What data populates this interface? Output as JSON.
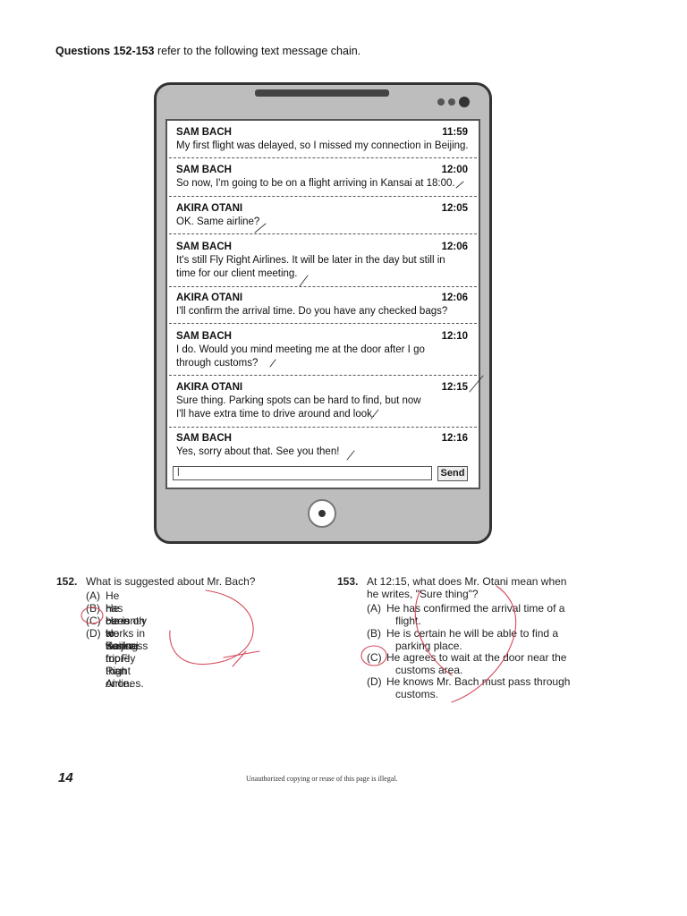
{
  "header": {
    "bold": "Questions 152-153",
    "rest": "refer to the following text message chain."
  },
  "chat": {
    "messages": [
      {
        "sender": "SAM BACH",
        "time": "11:59",
        "lines": [
          "My first flight was delayed, so I missed my connection in Beijing."
        ]
      },
      {
        "sender": "SAM BACH",
        "time": "12:00",
        "lines": [
          "So now, I'm going to be on a flight arriving in Kansai at 18:00."
        ]
      },
      {
        "sender": "AKIRA OTANI",
        "time": "12:05",
        "lines": [
          "OK. Same airline?"
        ]
      },
      {
        "sender": "SAM BACH",
        "time": "12:06",
        "lines": [
          "It's still Fly Right Airlines. It will be later in the day but still in",
          "time for our client meeting."
        ]
      },
      {
        "sender": "AKIRA OTANI",
        "time": "12:06",
        "lines": [
          "I'll confirm the arrival time. Do you have any checked bags?"
        ]
      },
      {
        "sender": "SAM BACH",
        "time": "12:10",
        "lines": [
          "I do. Would you mind meeting me at the door after I go",
          "through customs?"
        ]
      },
      {
        "sender": "AKIRA OTANI",
        "time": "12:15",
        "lines": [
          "Sure thing. Parking spots can be hard to find, but now",
          "I'll have extra time to drive around and look."
        ]
      },
      {
        "sender": "SAM BACH",
        "time": "12:16",
        "lines": [
          "Yes, sorry about that. See you then!"
        ]
      }
    ],
    "input_value": "|",
    "send_label": "Send"
  },
  "questions": {
    "q152": {
      "number": "152.",
      "stem": "What is suggested about Mr. Bach?",
      "options": [
        {
          "letter": "(A)",
          "text": "He has been to Kansai more than once."
        },
        {
          "letter": "(B)",
          "text": "He currently works in Beijing."
        },
        {
          "letter": "(C)",
          "text": "He is on a business trip."
        },
        {
          "letter": "(D)",
          "text": "He works for Fly Right Airlines."
        }
      ]
    },
    "q153": {
      "number": "153.",
      "stem_lines": [
        "At 12:15, what does Mr. Otani mean when",
        "he writes, \"Sure thing\"?"
      ],
      "options": [
        {
          "letter": "(A)",
          "lines": [
            "He has confirmed the arrival time of a",
            "flight."
          ]
        },
        {
          "letter": "(B)",
          "lines": [
            "He is certain he will be able to find a",
            "parking place."
          ]
        },
        {
          "letter": "(C)",
          "lines": [
            "He agrees to wait at the door near the",
            "customs area."
          ]
        },
        {
          "letter": "(D)",
          "lines": [
            "He knows Mr. Bach must pass through",
            "customs."
          ]
        }
      ]
    }
  },
  "footer": {
    "page_number": "14",
    "notice": "Unauthorized copying or reuse of this page is illegal."
  },
  "colors": {
    "pen": "#d44a5a",
    "tablet": "#bdbdbd"
  }
}
